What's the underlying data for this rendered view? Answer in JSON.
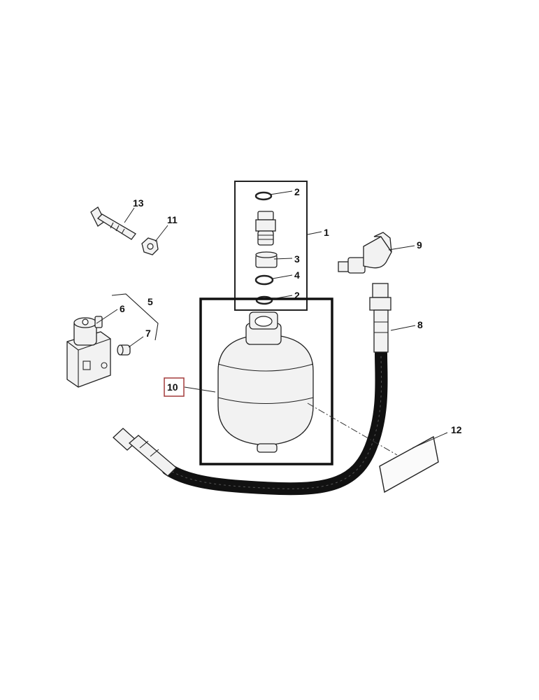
{
  "callouts": {
    "c1": "1",
    "c2a": "2",
    "c2b": "2",
    "c3": "3",
    "c4": "4",
    "c5": "5",
    "c6": "6",
    "c7": "7",
    "c8": "8",
    "c9": "9",
    "c10": "10",
    "c11": "11",
    "c12": "12",
    "c13": "13"
  },
  "colors": {
    "highlight_box": "#a33b3b",
    "line": "#222222",
    "hose": "#111111"
  }
}
